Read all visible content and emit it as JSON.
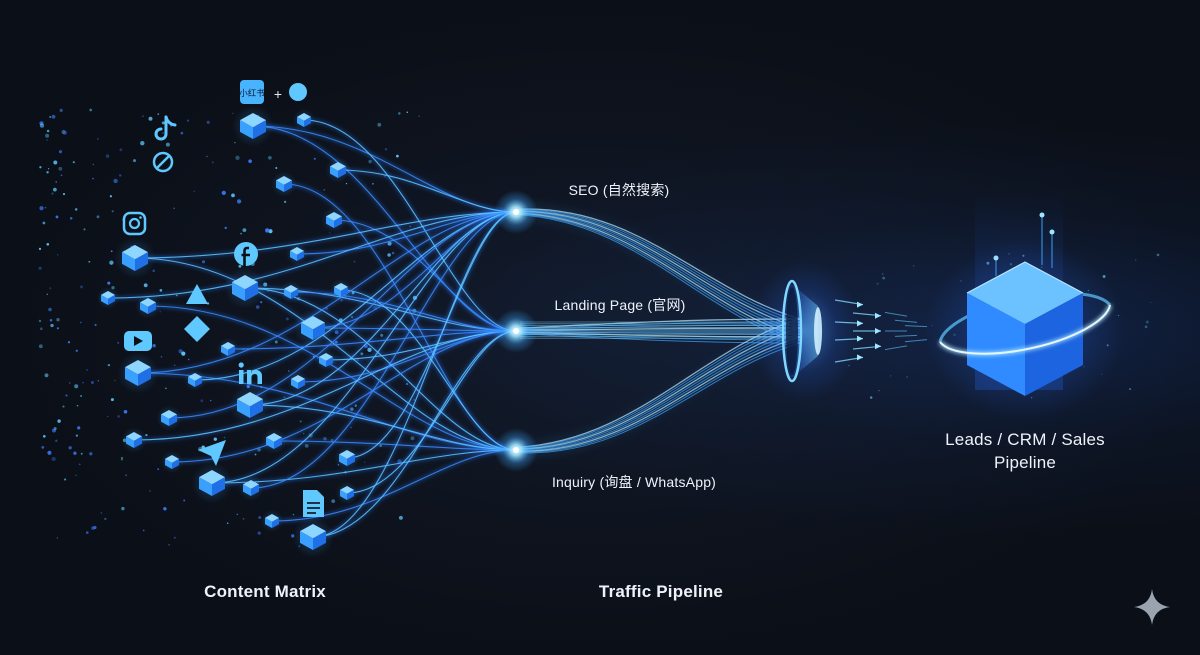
{
  "xiaohongshu_text": "小红书",
  "plus_sign": "+",
  "streams": {
    "seo": "SEO (自然搜索)",
    "landing": "Landing Page (官网)",
    "inquiry": "Inquiry (询盘 / WhatsApp)"
  },
  "sections": {
    "content": "Content Matrix",
    "traffic": "Traffic Pipeline"
  },
  "leads": {
    "line1": "Leads / CRM / Sales",
    "line2": "Pipeline"
  },
  "icons": [
    "tiktok-icon",
    "prohibited-icon",
    "instagram-icon",
    "facebook-icon",
    "triangle-icon",
    "youtube-icon",
    "diamond-icon",
    "linkedin-icon",
    "send-icon",
    "document-icon",
    "sparkle-icon"
  ],
  "colors": {
    "background": "#0b0f17",
    "accent": "#3ea6ff",
    "glow": "#7fd8ff",
    "cube": "#2f8bff"
  }
}
